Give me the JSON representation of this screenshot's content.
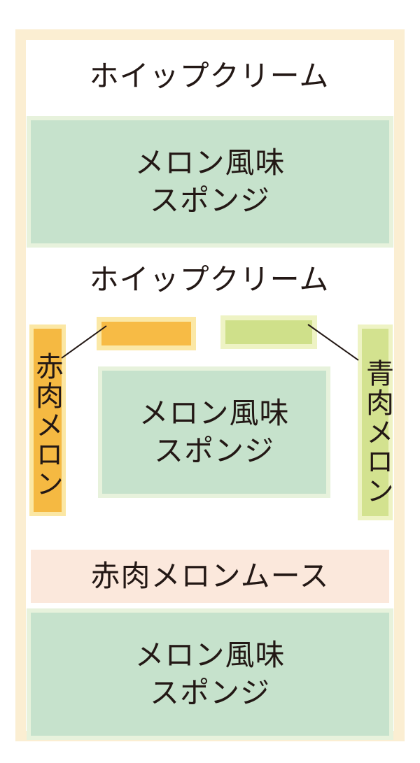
{
  "layers": {
    "whipped_cream_top": "ホイップクリーム",
    "sponge_top": "メロン風味\nスポンジ",
    "whipped_cream_middle": "ホイップクリーム",
    "sponge_middle": "メロン風味\nスポンジ",
    "mousse": "赤肉メロンムース",
    "sponge_bottom": "メロン風味\nスポンジ"
  },
  "labels": {
    "red_melon": "赤肉メロン",
    "green_melon": "青肉メロン"
  },
  "colors": {
    "sponge": "#c6e2cc",
    "red_melon": "#f5b942",
    "green_melon": "#cfe08a",
    "mousse": "#fbe8dc",
    "frame": "#fbeed2"
  }
}
